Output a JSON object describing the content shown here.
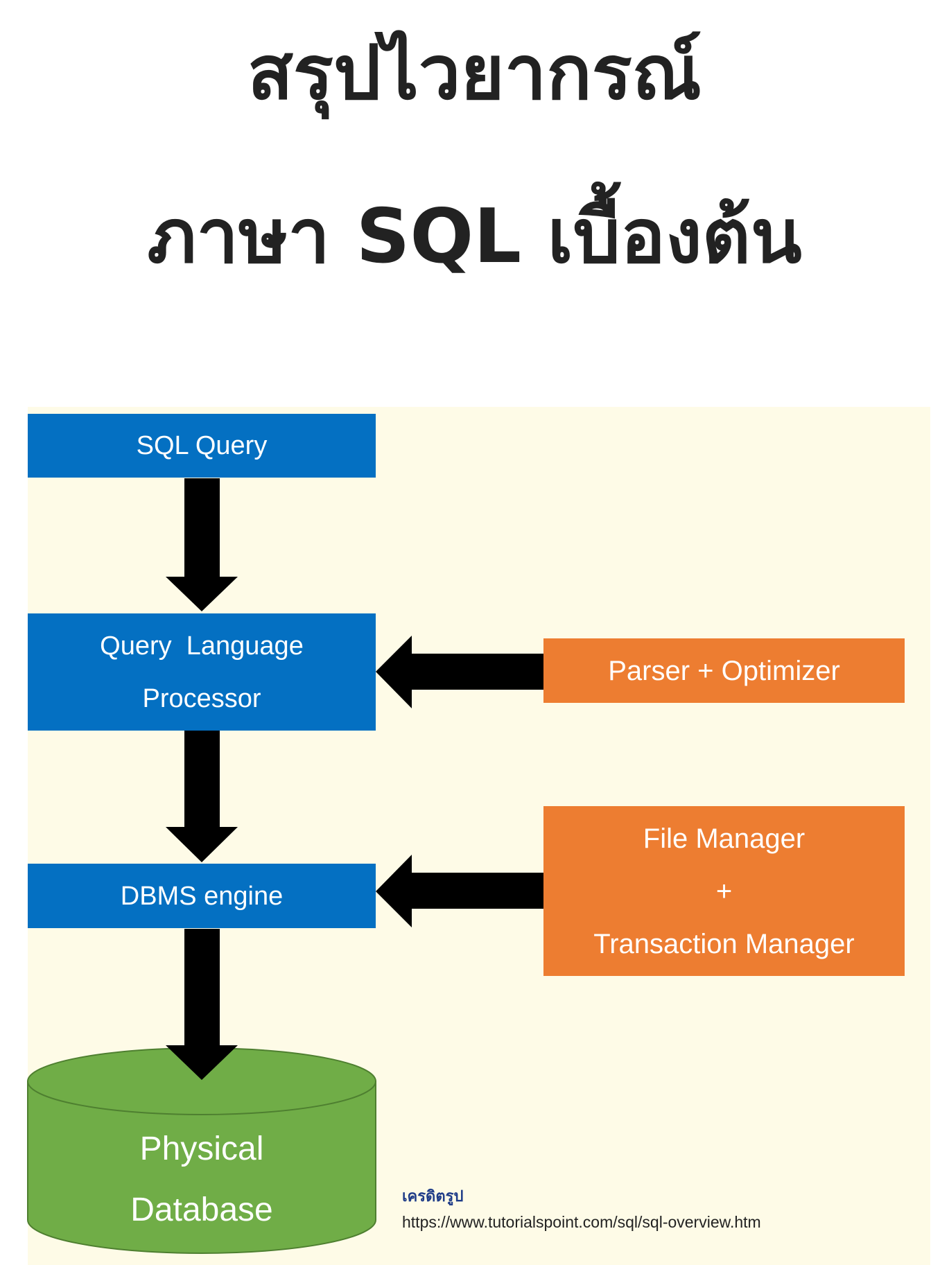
{
  "title": {
    "line1": "สรุปไวยากรณ์",
    "line2": "ภาษา SQL เบื้องต้น"
  },
  "diagram": {
    "sql_query": "SQL Query",
    "query_processor": {
      "line1": "Query  Language",
      "line2": "Processor"
    },
    "dbms_engine": "DBMS engine",
    "parser_optimizer": "Parser + Optimizer",
    "file_transaction": {
      "line1": "File Manager",
      "line2": "+",
      "line3": "Transaction Manager"
    },
    "physical_database": {
      "line1": "Physical",
      "line2": "Database"
    }
  },
  "credit": {
    "label": "เครดิตรูป",
    "url": "https://www.tutorialspoint.com/sql/sql-overview.htm"
  },
  "colors": {
    "blue_box": "#0470c2",
    "orange_box": "#ed7d31",
    "database": "#70ad47",
    "panel": "#fefbe7",
    "arrow": "#000000"
  }
}
